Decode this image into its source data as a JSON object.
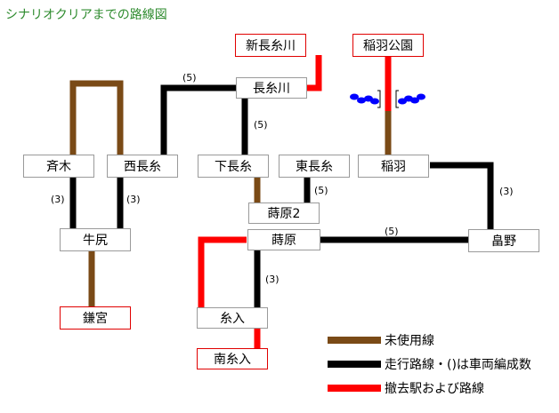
{
  "title": "シナリオクリアまでの路線図",
  "colors": {
    "unused": "#7a4a16",
    "active": "#000000",
    "removed": "#ff0000",
    "river": "#0000ff"
  },
  "stations": {
    "shin_nagaitogawa": "新長糸川",
    "inaba_koen": "稲羽公園",
    "nagaitogawa": "長糸川",
    "saiki": "斉木",
    "nishi_nagaito": "西長糸",
    "shimo_nagaito": "下長糸",
    "higashi_nagaito": "東長糸",
    "inaba": "稲羽",
    "jibara2": "蒔原2",
    "ushijiri": "牛尻",
    "jibara": "蒔原",
    "hatano": "畠野",
    "itoiri": "糸入",
    "kamamiya": "鎌宮",
    "minami_itoiri": "南糸入"
  },
  "labels": {
    "l1": "(5)",
    "l2": "(5)",
    "l3": "(3)",
    "l4": "(3)",
    "l5": "(3)",
    "l6": "(5)",
    "l7": "(5)",
    "l8": "(3)"
  },
  "legend": {
    "unused": "未使用線",
    "active": "走行路線・()は車両編成数",
    "removed": "撤去駅および路線"
  }
}
